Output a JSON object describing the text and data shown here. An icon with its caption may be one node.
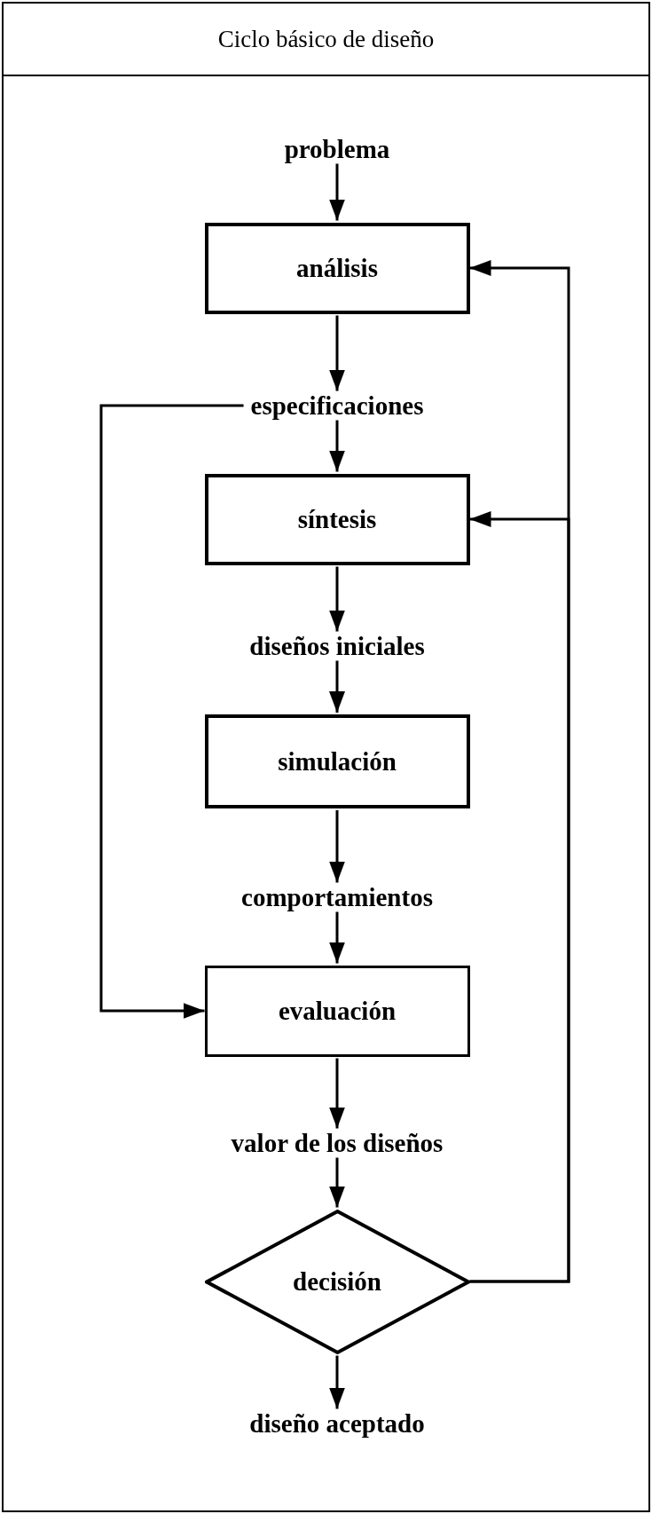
{
  "diagram": {
    "title": "Ciclo básico de diseño",
    "nodes": [
      {
        "text": [
          "problema"
        ]
      },
      {
        "text": [
          "análisis"
        ]
      },
      {
        "text": [
          "especificaciones"
        ]
      },
      {
        "text": [
          "síntesis"
        ]
      },
      {
        "text": [
          "diseños iniciales"
        ]
      },
      {
        "text": [
          "simulación"
        ]
      },
      {
        "text": [
          "comportamientos"
        ]
      },
      {
        "text": [
          "evaluación"
        ]
      },
      {
        "text": [
          "valor de los diseños"
        ]
      },
      {
        "text": [
          "decisión"
        ]
      },
      {
        "text": [
          "diseño aceptado"
        ]
      }
    ],
    "edges": [
      {
        "from": 0,
        "to": 1,
        "arrow": "to"
      },
      {
        "from": 1,
        "to": 2,
        "arrow": "to"
      },
      {
        "from": 2,
        "to": 3,
        "arrow": "to"
      },
      {
        "from": 3,
        "to": 4,
        "arrow": "to"
      },
      {
        "from": 4,
        "to": 5,
        "arrow": "to"
      },
      {
        "from": 5,
        "to": 6,
        "arrow": "to"
      },
      {
        "from": 6,
        "to": 7,
        "arrow": "to"
      },
      {
        "from": 7,
        "to": 8,
        "arrow": "to"
      },
      {
        "from": 8,
        "to": 9,
        "arrow": "to"
      },
      {
        "from": 9,
        "to": 10,
        "arrow": "to"
      },
      {
        "from": 2,
        "to": 7,
        "arrow": "to"
      },
      {
        "from": 9,
        "to": 1,
        "arrow": "to"
      },
      {
        "from": 9,
        "to": 3,
        "arrow": "to"
      }
    ]
  }
}
